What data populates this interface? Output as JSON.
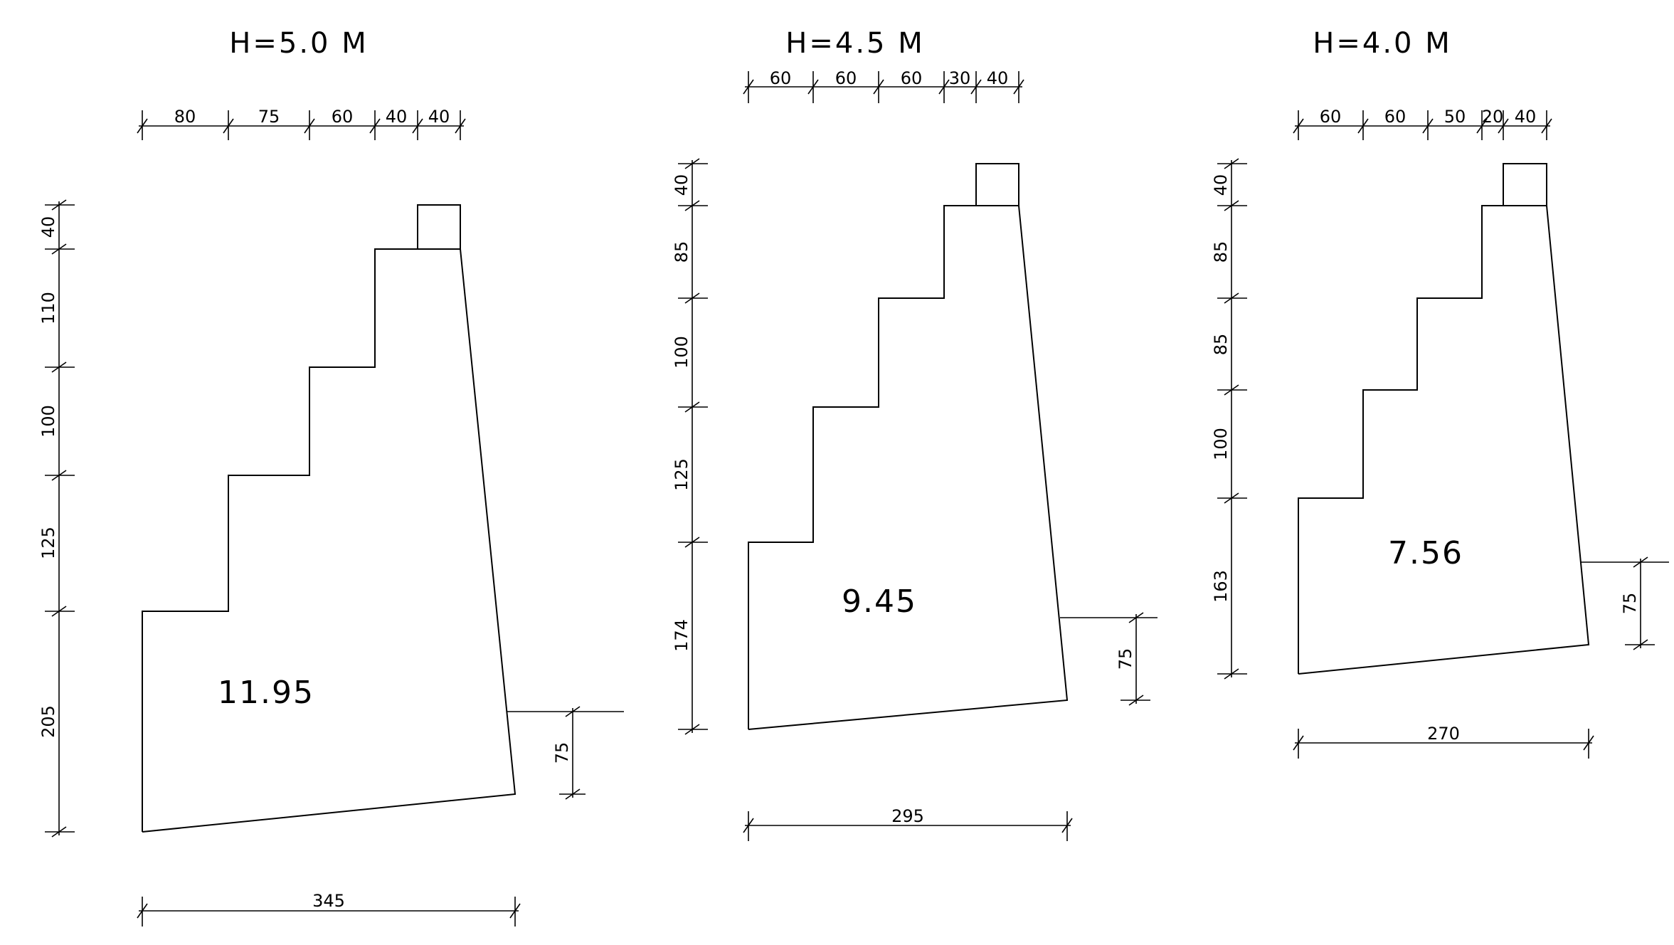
{
  "sections": [
    {
      "title": "H=5.0 M",
      "area": "11.95",
      "top_dims": [
        "80",
        "75",
        "60",
        "40",
        "40"
      ],
      "left_dims": [
        "40",
        "110",
        "100",
        "125",
        "205"
      ],
      "right_dim": "75",
      "bottom_dim": "345"
    },
    {
      "title": "H=4.5 M",
      "area": "9.45",
      "top_dims": [
        "60",
        "60",
        "60",
        "30",
        "40"
      ],
      "left_dims": [
        "40",
        "85",
        "100",
        "125",
        "174"
      ],
      "right_dim": "75",
      "bottom_dim": "295"
    },
    {
      "title": "H=4.0 M",
      "area": "7.56",
      "top_dims": [
        "60",
        "60",
        "50",
        "20",
        "40"
      ],
      "left_dims": [
        "40",
        "85",
        "85",
        "100",
        "163"
      ],
      "right_dim": "75",
      "bottom_dim": "270"
    }
  ]
}
